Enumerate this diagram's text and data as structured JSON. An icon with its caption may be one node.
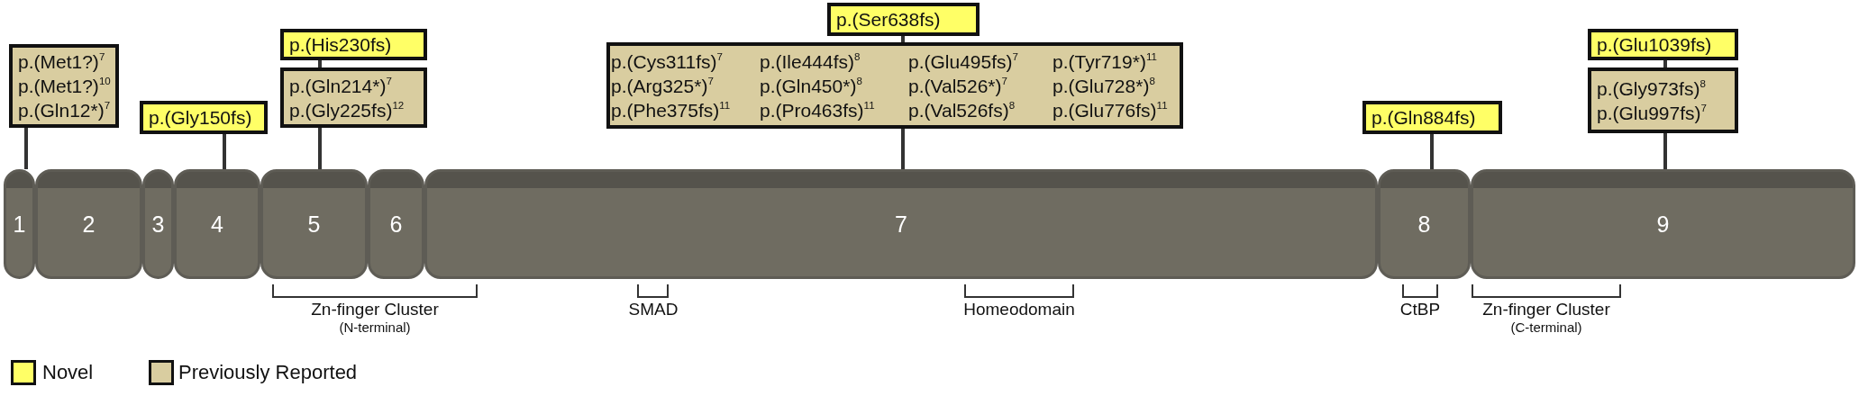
{
  "diagram": {
    "nodes": [
      {
        "text": [
          "p.(Met1?)$^{7}$",
          "p.(Met1?)$^{10}$",
          "p.(Gln12*)$^{7}$"
        ]
      },
      {
        "text": [
          "p.(Gly150fs)"
        ]
      },
      {
        "text": [
          "p.(His230fs)"
        ]
      },
      {
        "text": [
          "p.(Gln214*)$^{7}$",
          "p.(Gly225fs)$^{12}$"
        ]
      },
      {
        "text": [
          "p.(Ser638fs)"
        ]
      },
      {
        "text": [
          "p.(Cys311fs)$^{7}$",
          "p.(Ile444fs)$^{8}$",
          "p.(Glu495fs)$^{7}$",
          "p.(Tyr719*)$^{11}$",
          "p.(Arg325*)$^{7}$",
          "p.(Gln450*)$^{8}$",
          "p.(Val526*)$^{7}$",
          "p.(Glu728*)$^{8}$",
          "p.(Phe375fs)$^{11}$",
          "p.(Pro463fs)$^{11}$",
          "p.(Val526fs)$^{8}$",
          "p.(Glu776fs)$^{11}$"
        ]
      },
      {
        "text": [
          "p.(Gln884fs)"
        ]
      },
      {
        "text": [
          "p.(Glu1039fs)"
        ]
      },
      {
        "text": [
          "p.(Gly973fs)$^{8}$",
          "p.(Glu997fs)$^{7}$"
        ]
      },
      {
        "text": [
          "1"
        ]
      },
      {
        "text": [
          "2"
        ]
      },
      {
        "text": [
          "3"
        ]
      },
      {
        "text": [
          "4"
        ]
      },
      {
        "text": [
          "5"
        ]
      },
      {
        "text": [
          "6"
        ]
      },
      {
        "text": [
          "7"
        ]
      },
      {
        "text": [
          "8"
        ]
      },
      {
        "text": [
          "9"
        ]
      }
    ],
    "edges": [
      {
        "from": 0,
        "to": 9,
        "arrow": "none"
      },
      {
        "from": 1,
        "to": 12,
        "arrow": "none"
      },
      {
        "from": 2,
        "to": 3,
        "arrow": "none"
      },
      {
        "from": 3,
        "to": 13,
        "arrow": "none"
      },
      {
        "from": 4,
        "to": 5,
        "arrow": "none"
      },
      {
        "from": 5,
        "to": 15,
        "arrow": "none"
      },
      {
        "from": 6,
        "to": 16,
        "arrow": "none"
      },
      {
        "from": 7,
        "to": 8,
        "arrow": "none"
      },
      {
        "from": 8,
        "to": 17,
        "arrow": "none"
      }
    ],
    "labels": [
      "Zn-finger Cluster",
      "(N-terminal)",
      "SMAD",
      "Homeodomain",
      "CtBP",
      "Zn-finger Cluster",
      "(C-terminal)"
    ],
    "legend": [
      {
        "text": "Novel",
        "color": "#ffff66"
      },
      {
        "text": "Previously Reported",
        "color": "#d9cda0"
      }
    ]
  }
}
